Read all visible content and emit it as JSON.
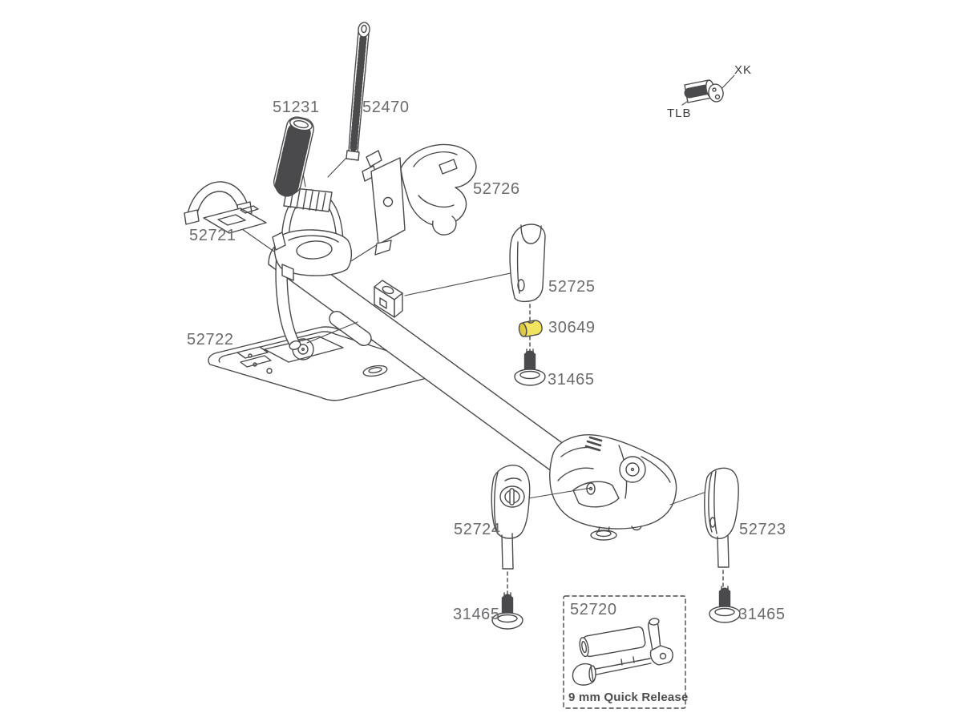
{
  "diagram": {
    "type": "exploded-parts-diagram",
    "labels": {
      "part_51231": "51231",
      "part_52470": "52470",
      "part_52726": "52726",
      "part_52721": "52721",
      "part_52722": "52722",
      "part_52725": "52725",
      "part_30649": "30649",
      "part_31465_top": "31465",
      "part_52724": "52724",
      "part_52723": "52723",
      "part_31465_left": "31465",
      "part_31465_right": "31465",
      "lock_key": "XK",
      "lock_cylinder": "TLB",
      "box_part": "52720",
      "box_caption": "9 mm Quick Release"
    },
    "colors": {
      "line": "#4a4a4c",
      "highlight": "#f2e360",
      "highlight_shade": "#ddc944",
      "label_text": "#6a6b6e"
    }
  }
}
